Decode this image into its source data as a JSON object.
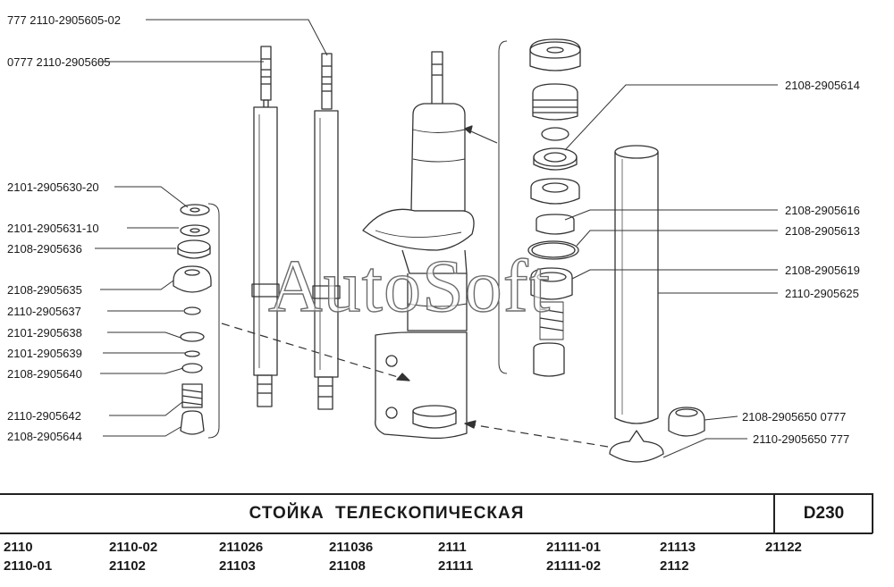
{
  "title": "СТОЙКА ТЕЛЕСКОПИЧЕСКАЯ",
  "page_code": "D230",
  "watermark": "AutoSoft",
  "part_labels": [
    {
      "id": "rod-a",
      "text": "777  2110-2905605-02"
    },
    {
      "id": "rod-b",
      "text": "0777  2110-2905605"
    },
    {
      "id": "bearing-top",
      "text": "2108-2905614"
    },
    {
      "id": "seal-washer",
      "text": "2108-2905616"
    },
    {
      "id": "o-ring",
      "text": "2108-2905613"
    },
    {
      "id": "guide",
      "text": "2108-2905619"
    },
    {
      "id": "cylinder",
      "text": "2110-2905625"
    },
    {
      "id": "valve-a",
      "text": "2108-2905650  0777"
    },
    {
      "id": "valve-b",
      "text": "2110-2905650  777"
    },
    {
      "id": "plate-20",
      "text": "2101-2905630-20"
    },
    {
      "id": "plate-10",
      "text": "2101-2905631-10"
    },
    {
      "id": "ring-636",
      "text": "2108-2905636"
    },
    {
      "id": "piston-635",
      "text": "2108-2905635"
    },
    {
      "id": "disc-637",
      "text": "2110-2905637"
    },
    {
      "id": "disc-638",
      "text": "2101-2905638"
    },
    {
      "id": "disc-639",
      "text": "2101-2905639"
    },
    {
      "id": "cup-640",
      "text": "2108-2905640"
    },
    {
      "id": "spring-642",
      "text": "2110-2905642"
    },
    {
      "id": "nut-644",
      "text": "2108-2905644"
    }
  ],
  "models": {
    "row1": [
      "2110",
      "2110-02",
      "211026",
      "211036",
      "2111",
      "21111-01",
      "21113",
      "21122"
    ],
    "row2": [
      "2110-01",
      "21102",
      "21103",
      "21108",
      "21111",
      "21111-02",
      "2112"
    ]
  },
  "colors": {
    "ink": "#1a1a1a",
    "line": "#333333",
    "paper": "#ffffff"
  }
}
